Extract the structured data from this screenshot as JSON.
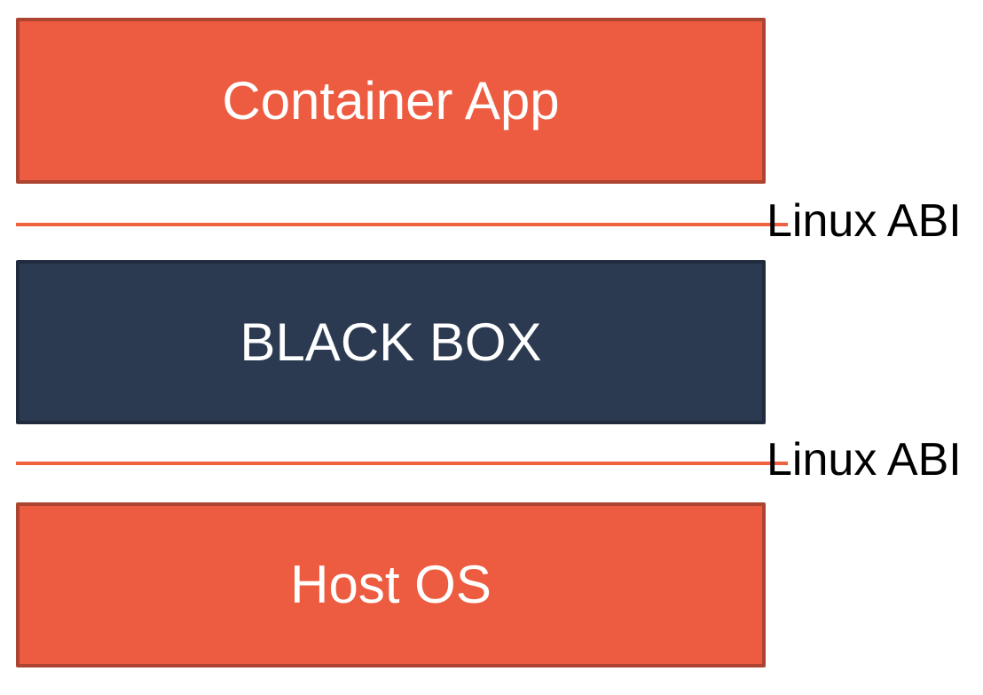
{
  "canvas": {
    "background": "#FFFFFF"
  },
  "diagram": {
    "layers": [
      {
        "label": "Container App",
        "fill": "#ED5C41",
        "border_color": "#AC4431",
        "text_color": "#FFFFFF"
      },
      {
        "label": "BLACK BOX",
        "fill": "#2B3A50",
        "border_color": "#202B3D",
        "text_color": "#FFFFFF"
      },
      {
        "label": "Host OS",
        "fill": "#ED5C41",
        "border_color": "#AC4431",
        "text_color": "#FFFFFF"
      }
    ],
    "interfaces": [
      {
        "label": "Linux ABI",
        "line_color": "#F0613E",
        "text_color": "#000000"
      },
      {
        "label": "Linux ABI",
        "line_color": "#F0613E",
        "text_color": "#000000"
      }
    ]
  }
}
